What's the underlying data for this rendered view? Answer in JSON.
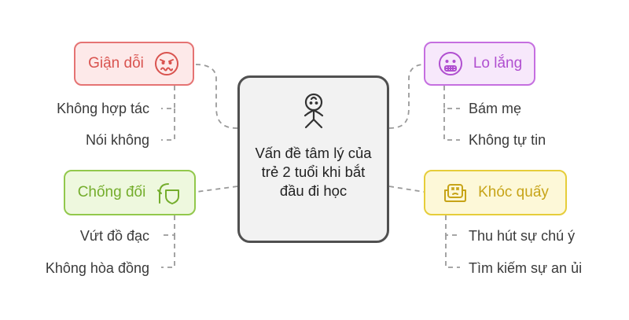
{
  "center": {
    "title": "Vấn đề tâm lý của trẻ 2 tuổi khi bắt đầu đi học",
    "icon": "child-icon"
  },
  "branches": {
    "anger": {
      "label": "Giận dỗi",
      "icon": "angry-face-icon",
      "color": "#e57373",
      "items": [
        "Không hợp tác",
        "Nói không"
      ]
    },
    "anxiety": {
      "label": "Lo lắng",
      "icon": "worried-face-icon",
      "color": "#c56fe0",
      "items": [
        "Bám mẹ",
        "Không tự tin"
      ]
    },
    "defiance": {
      "label": "Chống đối",
      "icon": "shield-defense-icon",
      "color": "#92c84c",
      "items": [
        "Vứt đồ đạc",
        "Không hòa đồng"
      ]
    },
    "crying": {
      "label": "Khóc quấy",
      "icon": "crying-cushion-icon",
      "color": "#e6cd3a",
      "items": [
        "Thu hút sự chú ý",
        "Tìm kiếm sự an ủi"
      ]
    }
  },
  "connector_color": "#9a9a9a"
}
